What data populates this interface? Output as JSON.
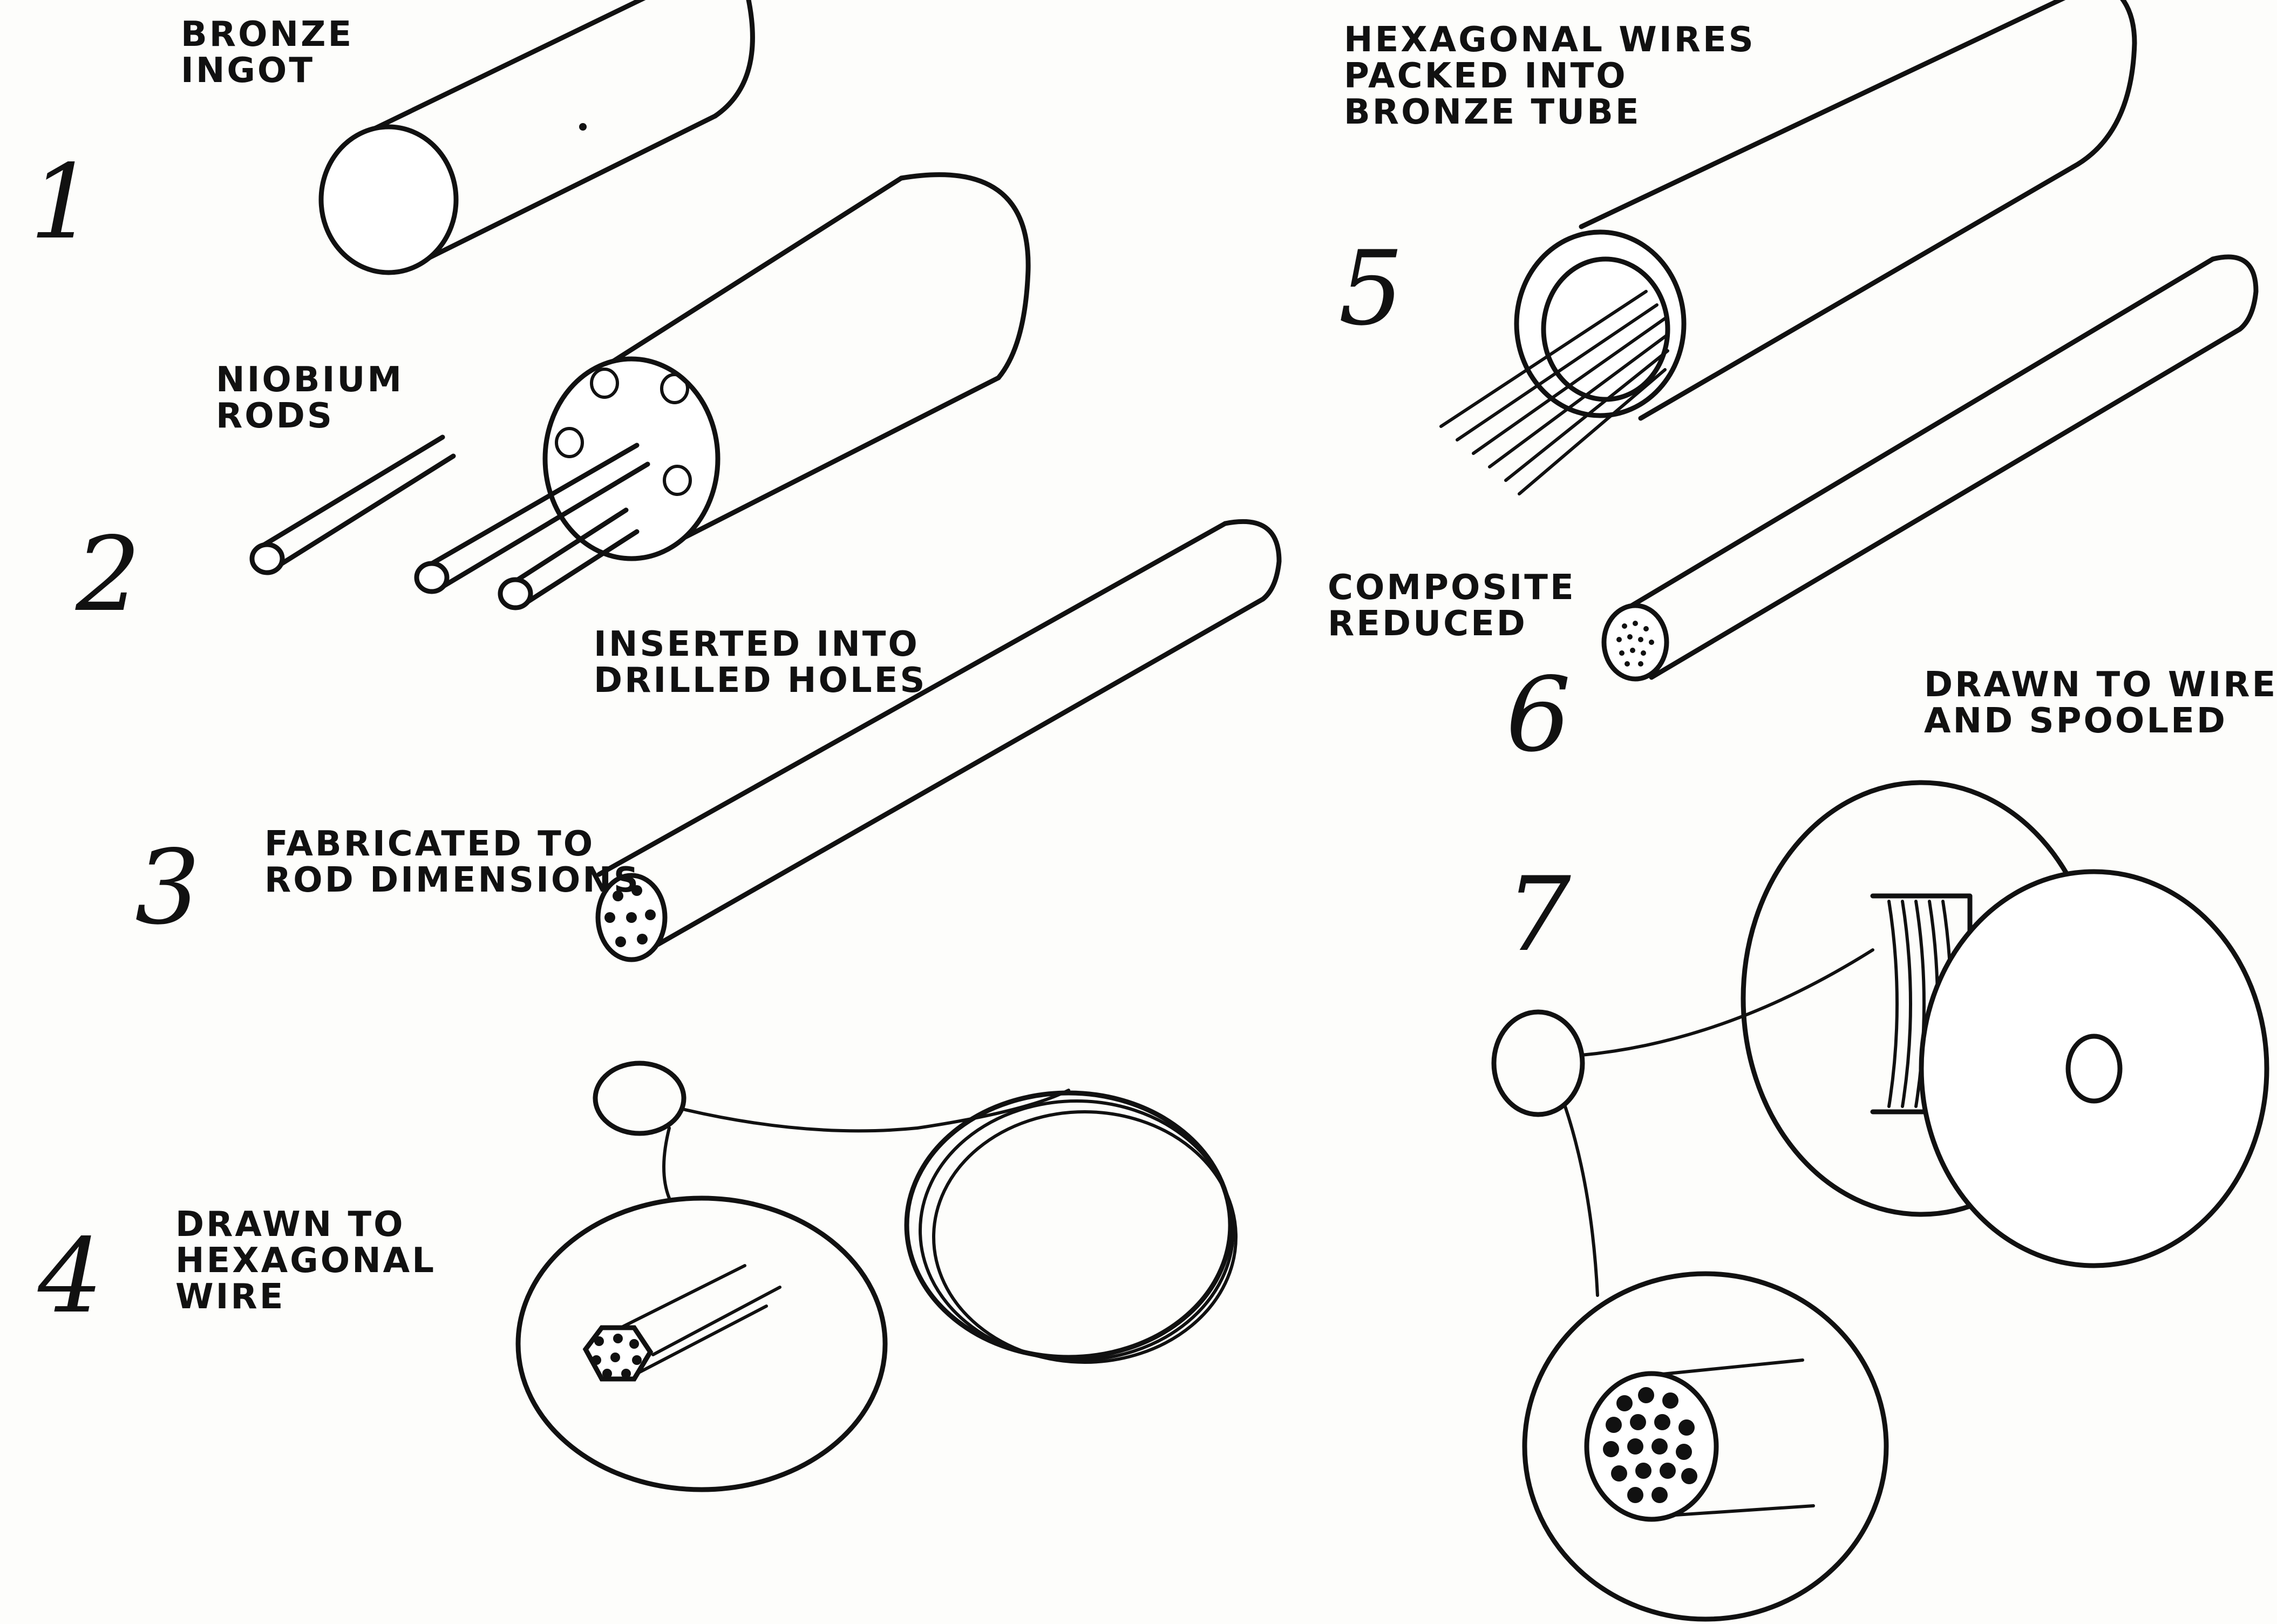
{
  "labels": {
    "bronze_ingot": [
      "BRONZE",
      "INGOT"
    ],
    "niobium_rods": [
      "NIOBIUM",
      "RODS"
    ],
    "inserted": [
      "INSERTED INTO",
      "DRILLED HOLES"
    ],
    "fabricated": [
      "FABRICATED TO",
      "ROD DIMENSIONS"
    ],
    "drawn_hex": [
      "DRAWN TO",
      "HEXAGONAL",
      "WIRE"
    ],
    "hex_packed": [
      "HEXAGONAL WIRES",
      "PACKED INTO",
      "BRONZE TUBE"
    ],
    "composite": [
      "COMPOSITE",
      "REDUCED"
    ],
    "drawn_wire": [
      "DRAWN TO WIRE",
      "AND SPOOLED"
    ]
  },
  "steps": [
    "1",
    "2",
    "3",
    "4",
    "5",
    "6",
    "7"
  ],
  "colors": {
    "ink": "#111111",
    "paper": "#fdfdfb"
  }
}
